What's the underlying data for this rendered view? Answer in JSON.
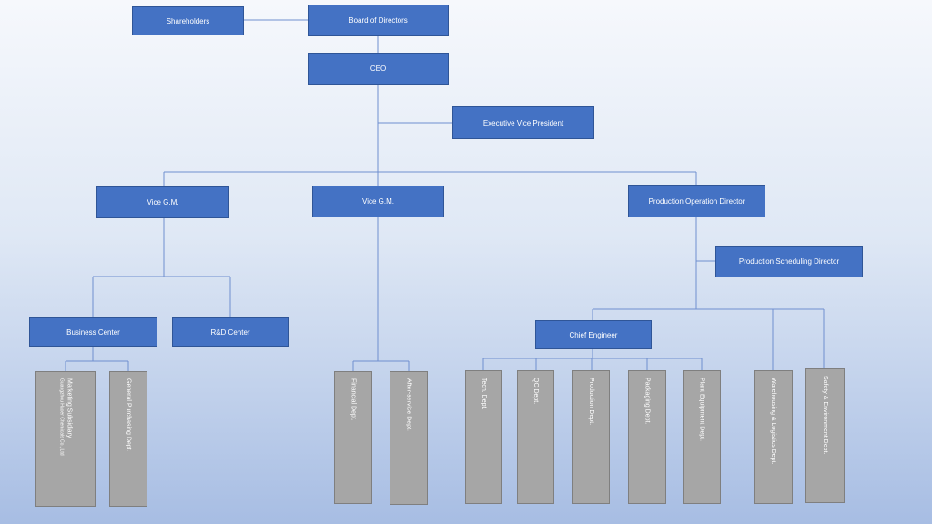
{
  "org": {
    "shareholders": "Shareholders",
    "board": "Board of Directors",
    "ceo": "CEO",
    "evp": "Executive Vice President",
    "vice_gm_left": "Vice G.M.",
    "vice_gm_middle": "Vice G.M.",
    "prod_op_director": "Production Operation Director",
    "prod_sched_director": "Production Scheduling Director",
    "business_center": "Business Center",
    "rd_center": "R&D Center",
    "chief_engineer": "Chief Engineer",
    "depts": {
      "marketing": "Marketing Subsidiary",
      "marketing_sub": "Guangzhou Haoer Chemicals Co., Ltd",
      "purchasing": "General Purchasing Dept.",
      "financial": "Financial Dept.",
      "after_service": "After-service Dept.",
      "tech": "Tech. Dept.",
      "qc": "QC Dept.",
      "production": "Production Dept.",
      "packaging": "Packaging Dept.",
      "plant_equipment": "Plant Equipment Dept.",
      "warehousing": "Warehousing & Logistics Dept.",
      "safety": "Safety & Environment Dept."
    }
  },
  "colors": {
    "box": "#4472c4",
    "box_border": "#2f5597",
    "dept": "#a6a6a6",
    "dept_border": "#7f7f7f",
    "line": "#6f8fcf",
    "text": "#ffffff"
  }
}
